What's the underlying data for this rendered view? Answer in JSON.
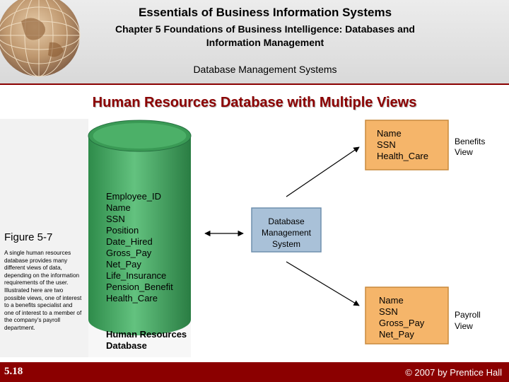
{
  "header": {
    "title": "Essentials of Business Information Systems",
    "subtitle_line1": "Chapter 5 Foundations of Business Intelligence: Databases and",
    "subtitle_line2": "Information Management",
    "section": "Database Management Systems"
  },
  "slide": {
    "title": "Human Resources Database with Multiple Views"
  },
  "figure": {
    "label": "Figure 5-7",
    "caption": "A single human resources database provides many different views of data, depending on the information requirements of the user. Illustrated here are two possible views, one of interest to a benefits specialist and one of interest to a member of the company’s payroll department."
  },
  "database": {
    "fields": [
      "Employee_ID",
      "Name",
      "SSN",
      "Position",
      "Date_Hired",
      "Gross_Pay",
      "Net_Pay",
      "Life_Insurance",
      "Pension_Benefit",
      "Health_Care"
    ],
    "label_line1": "Human Resources",
    "label_line2": "Database"
  },
  "dbms": {
    "line1": "Database",
    "line2": "Management",
    "line3": "System"
  },
  "benefits_view": {
    "fields": [
      "Name",
      "SSN",
      "Health_Care"
    ],
    "label_line1": "Benefits",
    "label_line2": "View"
  },
  "payroll_view": {
    "fields": [
      "Name",
      "SSN",
      "Gross_Pay",
      "Net_Pay"
    ],
    "label_line1": "Payroll",
    "label_line2": "View"
  },
  "footer": {
    "slide_number": "5.18",
    "copyright": "© 2007 by Prentice Hall"
  },
  "colors": {
    "title_red": "#8b0000",
    "cylinder_green": "#3aa35c",
    "view_orange": "#f5b56a",
    "dbms_blue": "#a9c1d8"
  }
}
